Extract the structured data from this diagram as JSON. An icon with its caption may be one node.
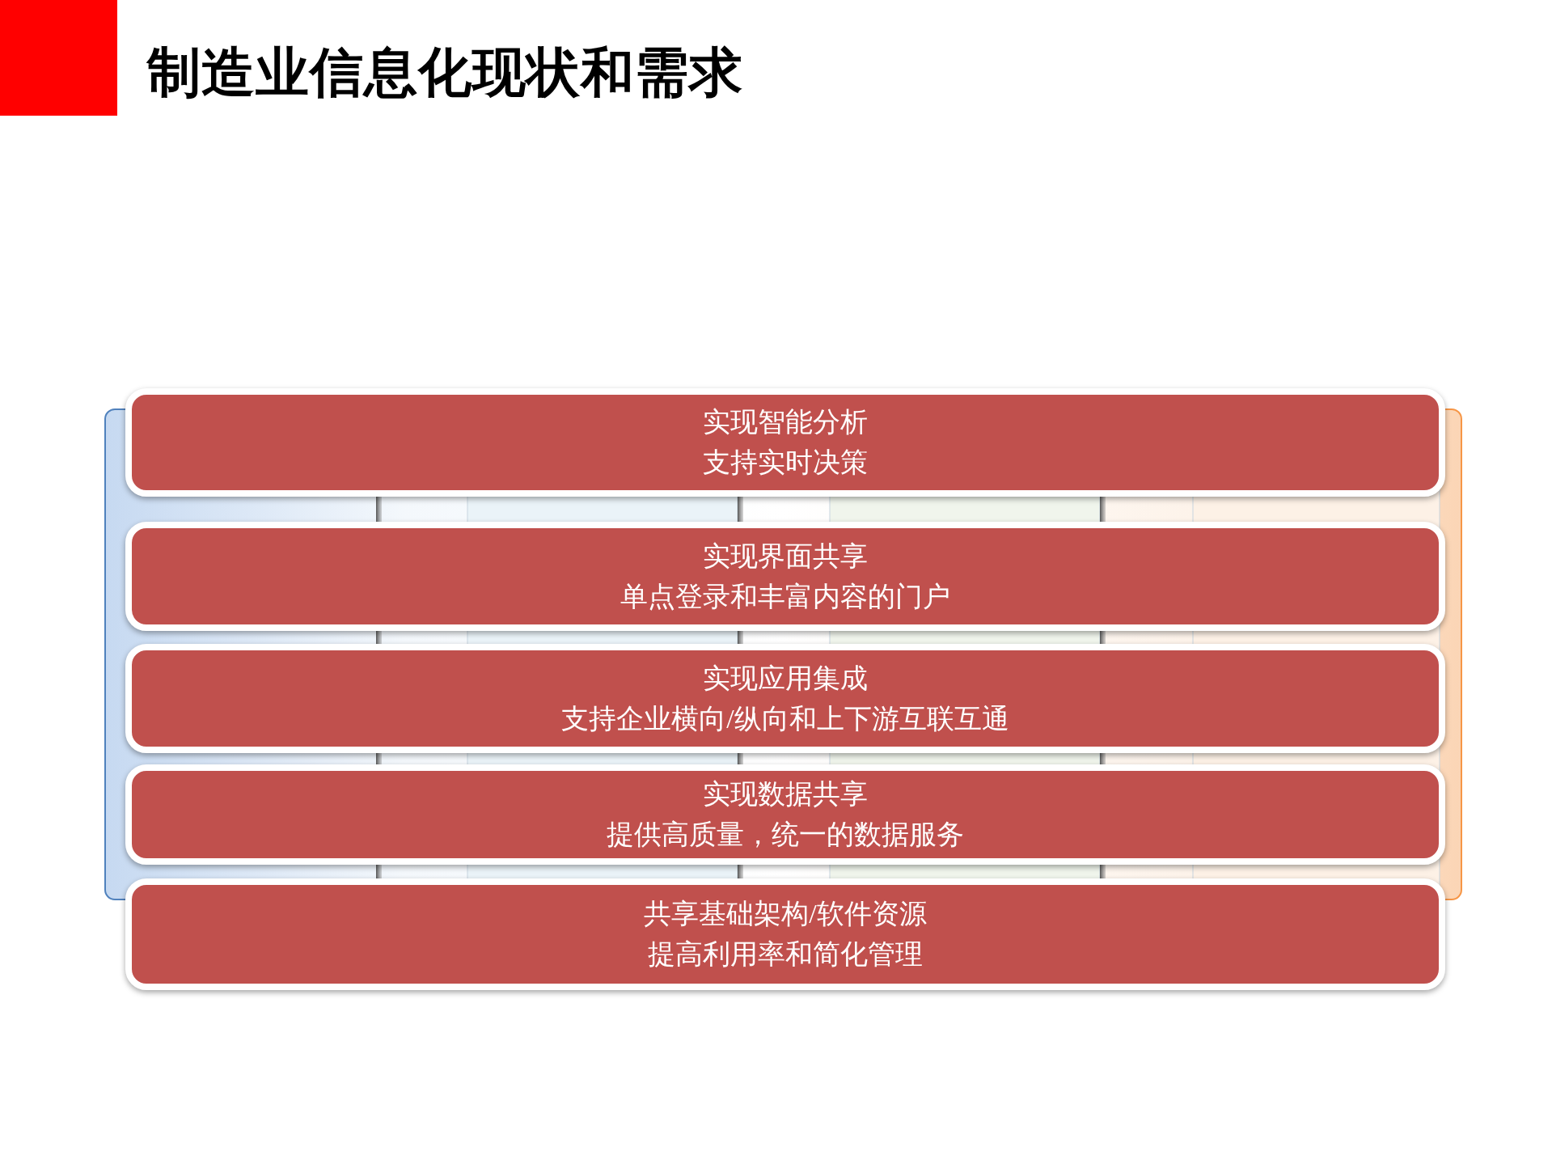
{
  "diagram": {
    "title": "制造业信息化现状和需求",
    "nodes": [
      {
        "text": [
          "实现智能分析",
          "支持实时决策"
        ]
      },
      {
        "text": [
          "实现界面共享",
          "单点登录和丰富内容的门户"
        ]
      },
      {
        "text": [
          "实现应用集成",
          "支持企业横向/纵向和上下游互联互通"
        ]
      },
      {
        "text": [
          "实现数据共享",
          "提供高质量，统一的数据服务"
        ]
      },
      {
        "text": [
          "共享基础架构/软件资源",
          "提高利用率和简化管理"
        ]
      }
    ]
  }
}
